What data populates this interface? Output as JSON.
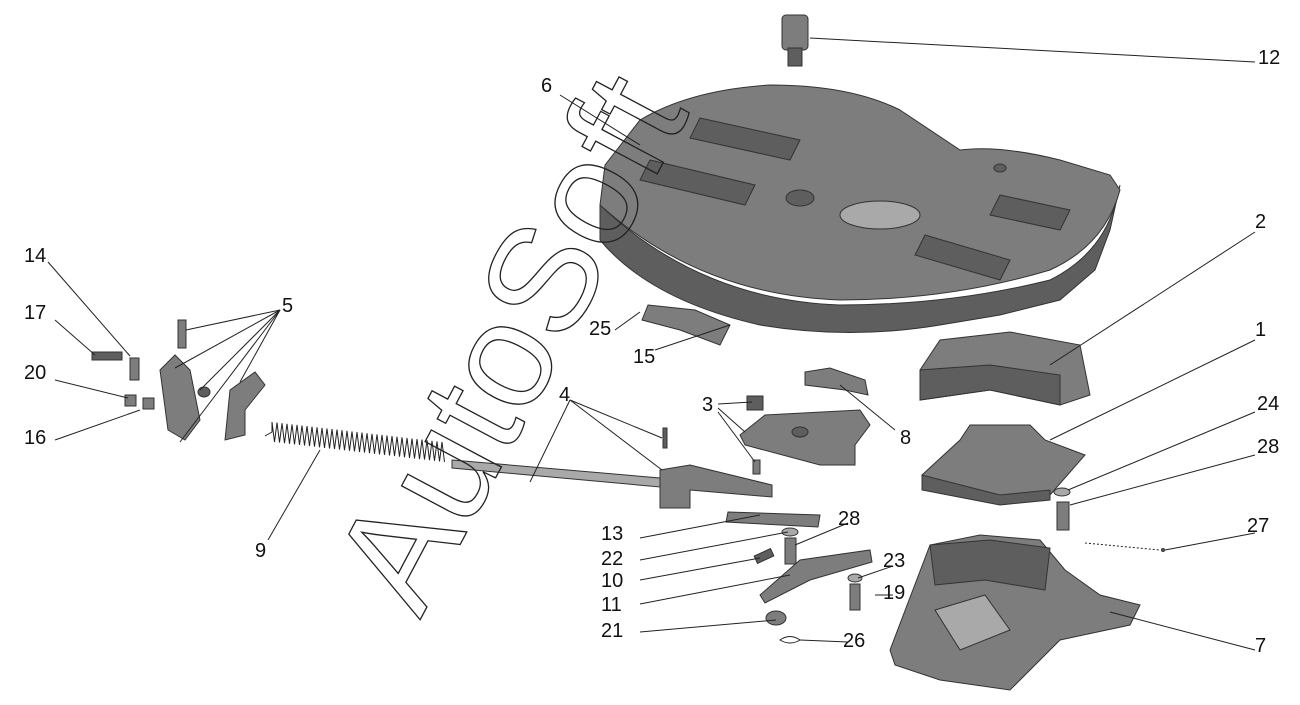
{
  "watermark": "AutoSoft",
  "callouts": {
    "c12": "12",
    "c6": "6",
    "c2": "2",
    "c1": "1",
    "c24": "24",
    "c28a": "28",
    "c27": "27",
    "c7": "7",
    "c8": "8",
    "c3": "3",
    "c4": "4",
    "c5": "5",
    "c14": "14",
    "c17": "17",
    "c20": "20",
    "c16": "16",
    "c9": "9",
    "c25": "25",
    "c15": "15",
    "c13": "13",
    "c22": "22",
    "c28b": "28",
    "c10": "10",
    "c11": "11",
    "c23": "23",
    "c19": "19",
    "c21": "21",
    "c26": "26"
  }
}
